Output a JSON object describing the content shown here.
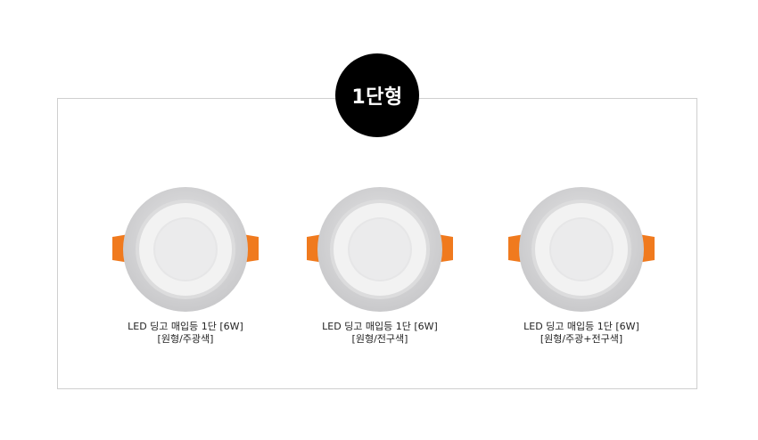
{
  "badge": {
    "label": "1단형"
  },
  "products": [
    {
      "title": "LED 딩고 매입등 1단 [6W]",
      "subtitle": "[원형/주광색]"
    },
    {
      "title": "LED 딩고 매입등 1단 [6W]",
      "subtitle": "[원형/전구색]"
    },
    {
      "title": "LED 딩고 매입등 1단 [6W]",
      "subtitle": "[원형/주광+전구색]"
    }
  ],
  "colors": {
    "badge_bg": "#000000",
    "clip_orange": "#f07a1e",
    "frame_border": "#cfcfcf"
  },
  "icons": {
    "product_image": "round-led-downlight"
  }
}
